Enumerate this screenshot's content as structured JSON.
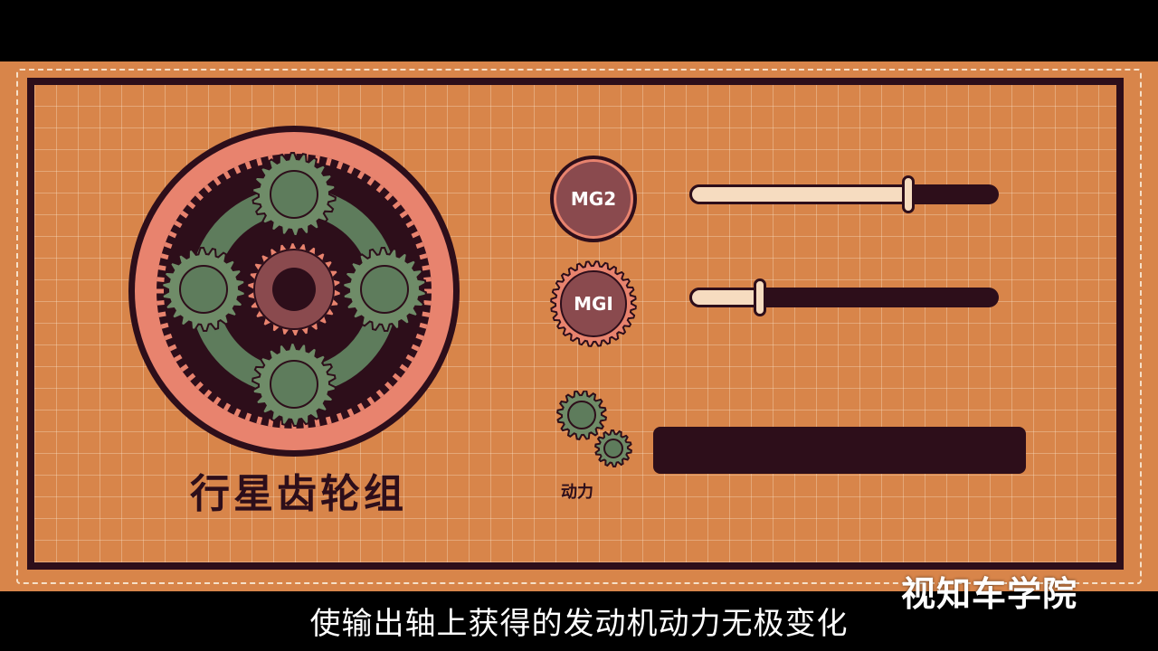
{
  "title": "行星齿轮组",
  "controls": {
    "mg2": {
      "label": "MG2",
      "level": 0.7
    },
    "mg1": {
      "label": "MGI",
      "level": 0.22
    },
    "power": {
      "label": "动力"
    }
  },
  "subtitle": "使输出轴上获得的发动机动力无极变化",
  "watermark": "视知车学院",
  "colors": {
    "background": "#d8854a",
    "dark": "#2d0e1a",
    "ring_pink": "#e8836e",
    "gear_green": "#5e7c5c",
    "gear_green_light": "#6f8c68",
    "cream": "#f6dcc0"
  },
  "icons": [
    "planetary-gearset-icon",
    "mg2-badge-icon",
    "mg1-gear-icon",
    "power-gears-icon"
  ]
}
